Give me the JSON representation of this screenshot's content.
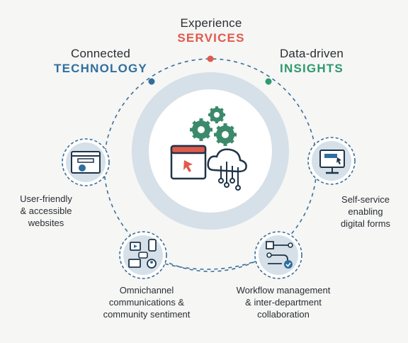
{
  "colors": {
    "background": "#f6f6f5",
    "services": "#e05a4c",
    "technology": "#2f6f9f",
    "insights": "#2e9a6e",
    "ring": "#d6e0e8",
    "navy": "#1f3448",
    "gear": "#3b8a6b",
    "dashed": "#3b6f97"
  },
  "center_label": {
    "top": "Experience",
    "bottom": "SERVICES"
  },
  "left_label": {
    "top": "Connected",
    "bottom": "TECHNOLOGY"
  },
  "right_label": {
    "top": "Data-driven",
    "bottom": "INSIGHTS"
  },
  "features": [
    {
      "icon": "website-icon",
      "lines": [
        "User-friendly",
        "& accessible",
        "websites"
      ]
    },
    {
      "icon": "digital-form-icon",
      "lines": [
        "Self-service",
        "enabling",
        "digital forms"
      ]
    },
    {
      "icon": "omnichannel-icon",
      "lines": [
        "Omnichannel",
        "communications &",
        "community sentiment"
      ]
    },
    {
      "icon": "workflow-icon",
      "lines": [
        "Workflow management",
        "& inter-department",
        "collaboration"
      ]
    }
  ],
  "center_icons": [
    "gears-icon",
    "browser-cursor-icon",
    "cloud-network-icon"
  ]
}
